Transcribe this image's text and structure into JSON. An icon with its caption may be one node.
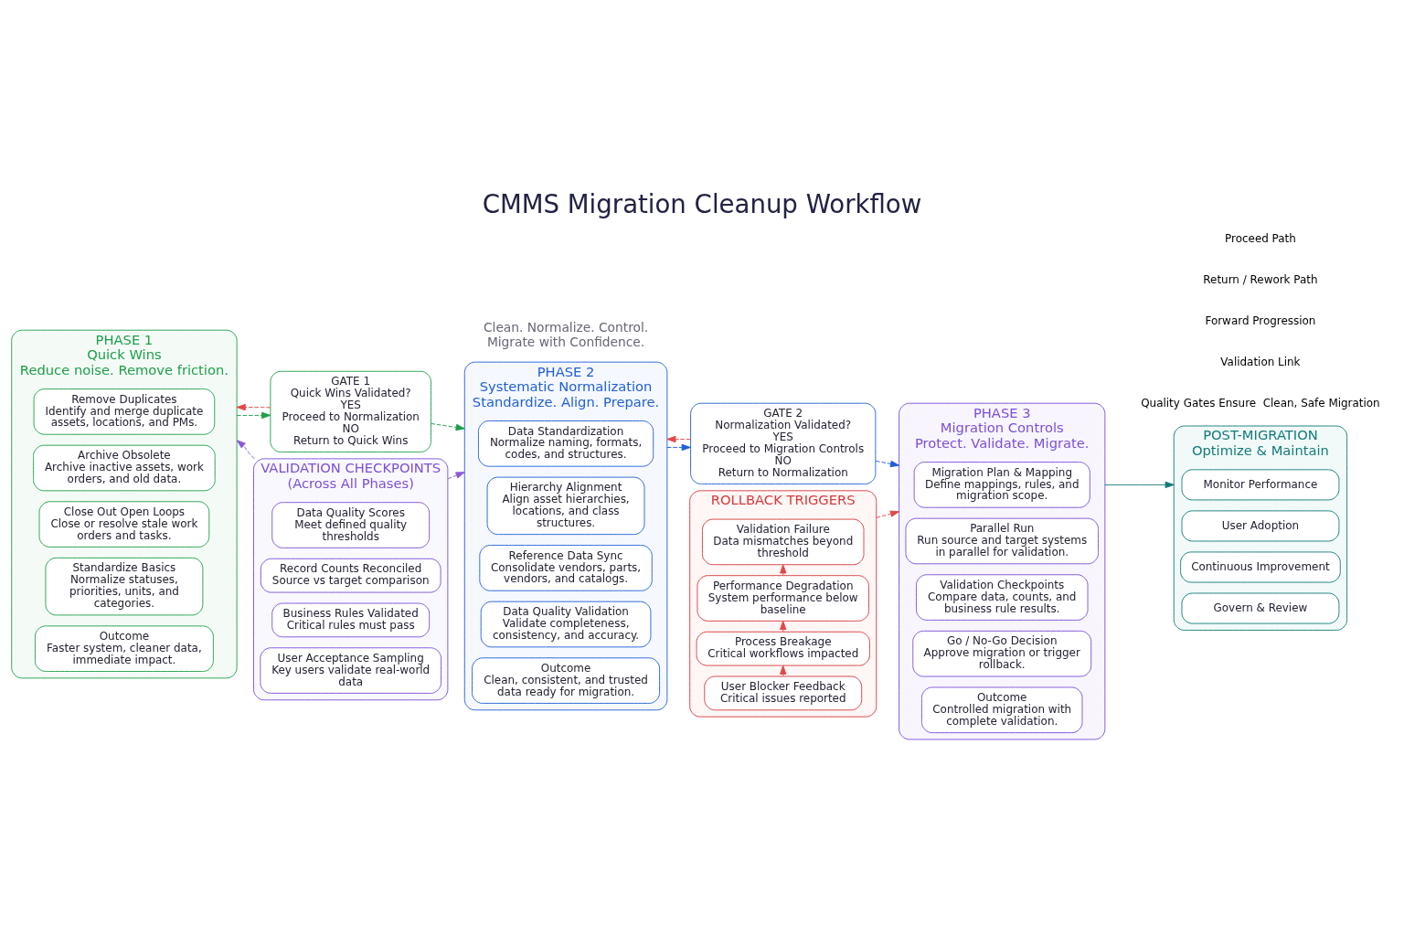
{
  "diagram": {
    "title": "CMMS Migration Cleanup Workflow",
    "nodes": [
      {
        "text": [
          "PHASE 1",
          "Quick Wins",
          "Reduce noise. Remove friction."
        ]
      },
      {
        "text": [
          "Remove Duplicates",
          "Identify and merge duplicate assets, locations, and PMs."
        ],
        "in": 0
      },
      {
        "text": [
          "Archive Obsolete",
          "Archive inactive assets, work orders, and old data."
        ],
        "in": 0
      },
      {
        "text": [
          "Close Out Open Loops",
          "Close or resolve stale work orders and tasks."
        ],
        "in": 0
      },
      {
        "text": [
          "Standardize Basics",
          "Normalize statuses, priorities, units, and categories."
        ],
        "in": 0
      },
      {
        "text": [
          "Outcome",
          "Faster system, cleaner data, immediate impact."
        ],
        "in": 0
      },
      {
        "text": [
          "GATE 1",
          "Quick Wins Validated?",
          "YES",
          "Proceed to Normalization",
          "NO",
          "Return to Quick Wins"
        ]
      },
      {
        "text": [
          "PHASE 2",
          "Systematic Normalization",
          "Standardize. Align. Prepare."
        ]
      },
      {
        "text": [
          "Data Standardization",
          "Normalize naming, formats, codes, and structures."
        ],
        "in": 7
      },
      {
        "text": [
          "Hierarchy Alignment",
          "Align asset hierarchies, locations, and class structures."
        ],
        "in": 7
      },
      {
        "text": [
          "Reference Data Sync",
          "Consolidate vendors, parts, vendors, and catalogs."
        ],
        "in": 7
      },
      {
        "text": [
          "Data Quality Validation",
          "Validate completeness, consistency, and accuracy."
        ],
        "in": 7
      },
      {
        "text": [
          "Outcome",
          "Clean, consistent, and trusted data ready for migration."
        ],
        "in": 7
      },
      {
        "text": [
          "GATE 2",
          "Normalization Validated?",
          "YES",
          "Proceed to Migration Controls",
          "NO",
          "Return to Normalization"
        ]
      },
      {
        "text": [
          "PHASE 3",
          "Migration Controls",
          "Protect. Validate. Migrate."
        ]
      },
      {
        "text": [
          "Migration Plan & Mapping",
          "Define mappings, rules, and migration scope."
        ],
        "in": 14
      },
      {
        "text": [
          "Parallel Run",
          "Run source and target systems in parallel for validation."
        ],
        "in": 14
      },
      {
        "text": [
          "Validation Checkpoints",
          "Compare data, counts, and business rule results."
        ],
        "in": 14
      },
      {
        "text": [
          "Go / No-Go Decision",
          "Approve migration or trigger rollback."
        ],
        "in": 14
      },
      {
        "text": [
          "Outcome",
          "Controlled migration with complete validation."
        ],
        "in": 14
      },
      {
        "text": [
          "POST-MIGRATION",
          "Optimize & Maintain"
        ]
      },
      {
        "text": [
          "Monitor Performance"
        ],
        "in": 20
      },
      {
        "text": [
          "User Adoption"
        ],
        "in": 20
      },
      {
        "text": [
          "Continuous Improvement"
        ],
        "in": 20
      },
      {
        "text": [
          "Govern & Review"
        ],
        "in": 20
      },
      {
        "text": [
          "VALIDATION CHECKPOINTS",
          "(Across All Phases)"
        ]
      },
      {
        "text": [
          "Data Quality Scores",
          "Meet defined quality thresholds"
        ],
        "in": 25
      },
      {
        "text": [
          "Record Counts Reconciled",
          "Source vs target comparison"
        ],
        "in": 25
      },
      {
        "text": [
          "Business Rules Validated",
          "Critical rules must pass"
        ],
        "in": 25
      },
      {
        "text": [
          "User Acceptance Sampling",
          "Key users validate real-world data"
        ],
        "in": 25
      },
      {
        "text": [
          "ROLLBACK TRIGGERS"
        ]
      },
      {
        "text": [
          "Validation Failure",
          "Data mismatches beyond threshold"
        ],
        "in": 30
      },
      {
        "text": [
          "Performance Degradation",
          "System performance below baseline"
        ],
        "in": 30
      },
      {
        "text": [
          "Process Breakage",
          "Critical workflows impacted"
        ],
        "in": 30
      },
      {
        "text": [
          "User Blocker Feedback",
          "Critical issues reported"
        ],
        "in": 30
      }
    ],
    "edges": [
      {
        "from": 0,
        "to": 6,
        "arrow": "to",
        "style": "dashed",
        "color": "#1e9e4a"
      },
      {
        "from": 6,
        "to": 7,
        "arrow": "to",
        "style": "dashed",
        "color": "#1e9e4a"
      },
      {
        "from": 6,
        "to": 0,
        "arrow": "to",
        "style": "dashed",
        "color": "#e04848"
      },
      {
        "from": 7,
        "to": 13,
        "arrow": "to",
        "style": "dashed",
        "color": "#1f5fd6"
      },
      {
        "from": 13,
        "to": 14,
        "arrow": "to",
        "style": "dashed",
        "color": "#1f5fd6"
      },
      {
        "from": 13,
        "to": 7,
        "arrow": "to",
        "style": "dashed",
        "color": "#e04848"
      },
      {
        "from": 14,
        "to": 20,
        "arrow": "to",
        "color": "#137a78"
      },
      {
        "from": 25,
        "to": 0,
        "arrow": "to",
        "style": "dashed",
        "color": "#8a5ad8"
      },
      {
        "from": 25,
        "to": 7,
        "arrow": "to",
        "style": "dashed",
        "color": "#8a5ad8"
      },
      {
        "from": 30,
        "to": 14,
        "arrow": "to",
        "style": "dashed",
        "color": "#e04848"
      },
      {
        "from": 32,
        "to": 31,
        "arrow": "to",
        "style": "dashed",
        "color": "#e04848"
      },
      {
        "from": 33,
        "to": 32,
        "arrow": "to",
        "style": "dashed",
        "color": "#e04848"
      },
      {
        "from": 34,
        "to": 33,
        "arrow": "to",
        "style": "dashed",
        "color": "#e04848"
      }
    ],
    "labels": [
      "Clean. Normalize. Control. Migrate with Confidence."
    ],
    "legend": [
      {
        "text": "Proceed Path"
      },
      {
        "text": "Return / Rework Path"
      },
      {
        "text": "Forward Progression"
      },
      {
        "text": "Validation Link"
      },
      {
        "text": "Quality Gates Ensure  Clean, Safe Migration"
      }
    ]
  }
}
